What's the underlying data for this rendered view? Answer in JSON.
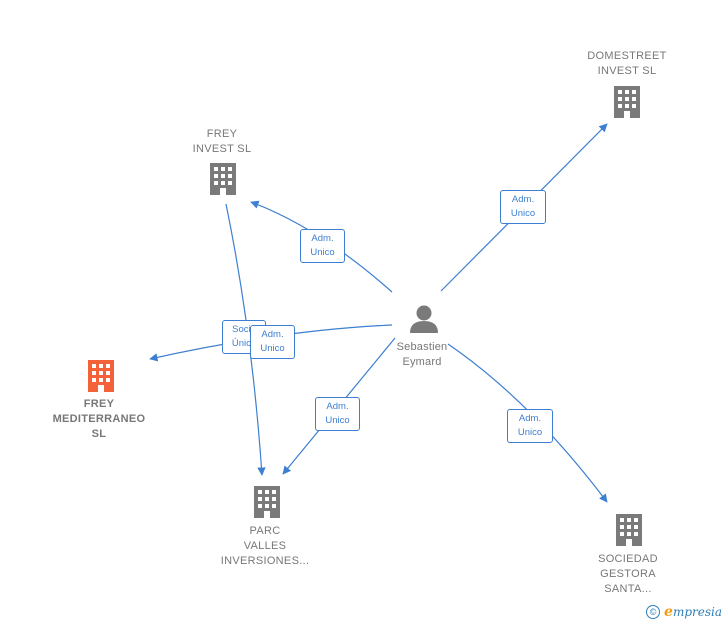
{
  "colors": {
    "edge": "#3d7fd0",
    "company": "#7a7a7a",
    "focus_company": "#f4623a",
    "person": "#7a7a7a"
  },
  "nodes": {
    "domestreet": {
      "label": "DOMESTREET\nINVEST  SL",
      "icon": "building-icon"
    },
    "frey_invest": {
      "label": "FREY\nINVEST SL",
      "icon": "building-icon"
    },
    "frey_mediterraneo": {
      "label": "FREY\nMEDITERRANEO\nSL",
      "icon": "building-icon"
    },
    "sebastien": {
      "label": "Sebastien\nEymard",
      "icon": "person-icon"
    },
    "parc_valles": {
      "label": "PARC\nVALLES\nINVERSIONES...",
      "icon": "building-icon"
    },
    "sociedad_gestora": {
      "label": "SOCIEDAD\nGESTORA\nSANTA...",
      "icon": "building-icon"
    }
  },
  "edges": [
    {
      "id": "e-domestreet",
      "label": "Adm.\nUnico"
    },
    {
      "id": "e-frey-invest",
      "label": "Adm.\nUnico"
    },
    {
      "id": "e-frey-med",
      "label": "Adm.\nUnico"
    },
    {
      "id": "e-socio",
      "label": "Socio\nÚnico"
    },
    {
      "id": "e-parc",
      "label": "Adm.\nUnico"
    },
    {
      "id": "e-sociedad",
      "label": "Adm.\nUnico"
    }
  ],
  "footer": {
    "copyright_symbol": "©",
    "brand_initial": "e",
    "brand_rest": "mpresia"
  }
}
